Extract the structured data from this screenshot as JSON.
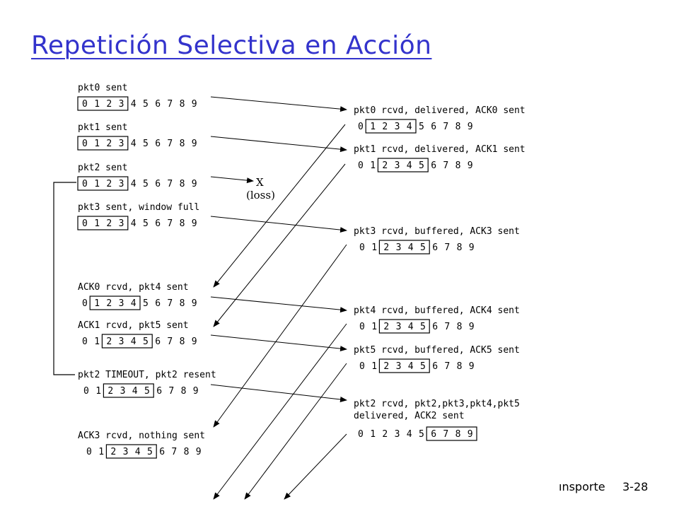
{
  "slide": {
    "title": "Repetición Selectiva en Acción",
    "footer_section": "ınsporte",
    "footer_page": "3-28"
  },
  "diagram": {
    "sequence": [
      "0",
      "1",
      "2",
      "3",
      "4",
      "5",
      "6",
      "7",
      "8",
      "9"
    ],
    "sender": [
      {
        "label": "pkt0 sent",
        "window_start": 0,
        "window_size": 4
      },
      {
        "label": "pkt1 sent",
        "window_start": 0,
        "window_size": 4
      },
      {
        "label": "pkt2 sent",
        "window_start": 0,
        "window_size": 4
      },
      {
        "label": "pkt3 sent, window full",
        "window_start": 0,
        "window_size": 4
      },
      {
        "label": "ACK0 rcvd, pkt4 sent",
        "window_start": 1,
        "window_size": 4
      },
      {
        "label": "ACK1 rcvd, pkt5 sent",
        "window_start": 2,
        "window_size": 4
      },
      {
        "label": "pkt2 TIMEOUT, pkt2 resent",
        "window_start": 2,
        "window_size": 4
      },
      {
        "label": "ACK3 rcvd, nothing sent",
        "window_start": 2,
        "window_size": 4
      }
    ],
    "receiver": [
      {
        "label": "pkt0 rcvd, delivered, ACK0 sent",
        "window_start": 1,
        "window_size": 4
      },
      {
        "label": "pkt1 rcvd, delivered, ACK1 sent",
        "window_start": 2,
        "window_size": 4
      },
      {
        "label": "pkt3 rcvd, buffered, ACK3 sent",
        "window_start": 2,
        "window_size": 4
      },
      {
        "label": "pkt4 rcvd, buffered, ACK4 sent",
        "window_start": 2,
        "window_size": 4
      },
      {
        "label": "pkt5 rcvd, buffered, ACK5 sent",
        "window_start": 2,
        "window_size": 4
      },
      {
        "label": "pkt2 rcvd, pkt2,pkt3,pkt4,pkt5",
        "label2": "delivered, ACK2 sent",
        "window_start": 6,
        "window_size": 4
      }
    ],
    "loss_mark": "X",
    "loss_label": "(loss)"
  }
}
